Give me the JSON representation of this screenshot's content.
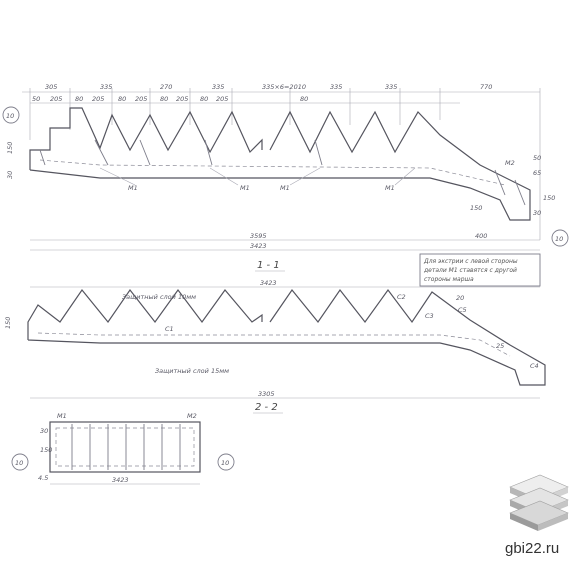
{
  "drawing": {
    "view_a": {
      "dims_top": [
        "305",
        "335",
        "270",
        "335",
        "335×6=2010",
        "335",
        "335",
        "770"
      ],
      "dims_second": [
        "50",
        "205",
        "80",
        "205",
        "80",
        "205",
        "80",
        "205",
        "80",
        "205",
        "80"
      ],
      "left_marks": [
        "150",
        "30"
      ],
      "rebar_marks": [
        "M1",
        "M1",
        "M1",
        "M1",
        "M2"
      ],
      "circle_marks": [
        "10",
        "10"
      ],
      "right_dims": [
        "50",
        "150",
        "30",
        "65",
        "150"
      ],
      "bottom_dims": [
        "3595",
        "3423",
        "400"
      ],
      "note": [
        "Для экстрии с левой стороны",
        "детали М1 ставятся с другой",
        "стороны марша"
      ]
    },
    "section_1": {
      "title": "1 - 1",
      "top_dim": "3423",
      "label_top": "Защитный слой 10мм",
      "label_bottom": "Защитный слой 15мм",
      "bar_marks": [
        "C1",
        "C2",
        "C3",
        "C5",
        "C4"
      ],
      "left_dim": "150",
      "bottom_dim": "3305",
      "small_dims": [
        "20",
        "25"
      ]
    },
    "section_2": {
      "title": "2 - 2",
      "marks": [
        "M1",
        "M2"
      ],
      "left_dims": [
        "30",
        "150",
        "4.5"
      ],
      "bottom_dim": "3423",
      "circle_marks": [
        "10",
        "10"
      ]
    }
  },
  "branding": {
    "site": "gbi22.ru",
    "logo": "stacked-slabs-logo"
  }
}
